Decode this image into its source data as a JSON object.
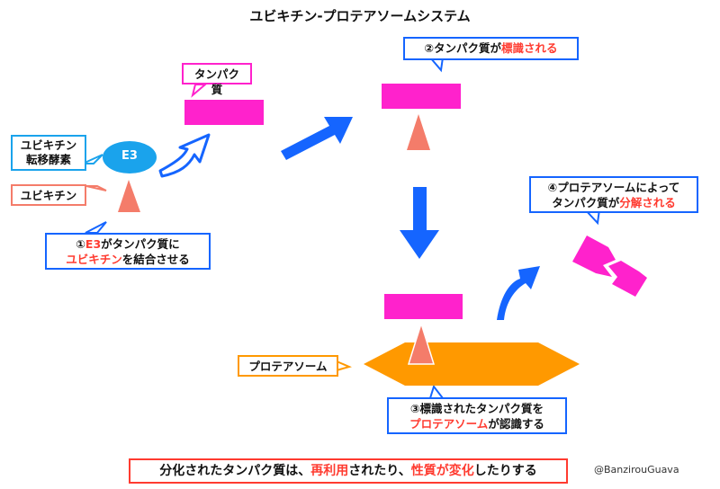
{
  "title": "ユビキチン-プロテアソームシステム",
  "labels": {
    "enzyme_line1": "ユビキチン",
    "enzyme_line2": "転移酵素",
    "ubiquitin": "ユビキチン",
    "e3": "E3",
    "protein": "タンパク質",
    "proteasome": "プロテアソーム"
  },
  "steps": {
    "s1": {
      "num": "①",
      "e3": "E3",
      "mid": "がタンパク質に",
      "ub": "ユビキチン",
      "end": "を結合させる"
    },
    "s2": {
      "pre": "②タンパク質が",
      "hl": "標識される"
    },
    "s3": {
      "line1": "③標識されたタンパク質を",
      "hl": "プロテアソーム",
      "end": "が認識する"
    },
    "s4": {
      "line1": "④プロテアソームによって",
      "pre": "タンパク質が",
      "hl": "分解される"
    }
  },
  "footer": {
    "pre": "分化されたタンパク質は、",
    "hl1": "再利用",
    "mid": "されたり、",
    "hl2": "性質が変化",
    "end": "したりする"
  },
  "credit": "@BanzirouGuava",
  "colors": {
    "pink": "#ff22cc",
    "blue": "#1565ff",
    "orange": "#ff9900",
    "salmon": "#f47c6a",
    "e3": "#1aa3ec",
    "highlight": "#ff3b30"
  }
}
